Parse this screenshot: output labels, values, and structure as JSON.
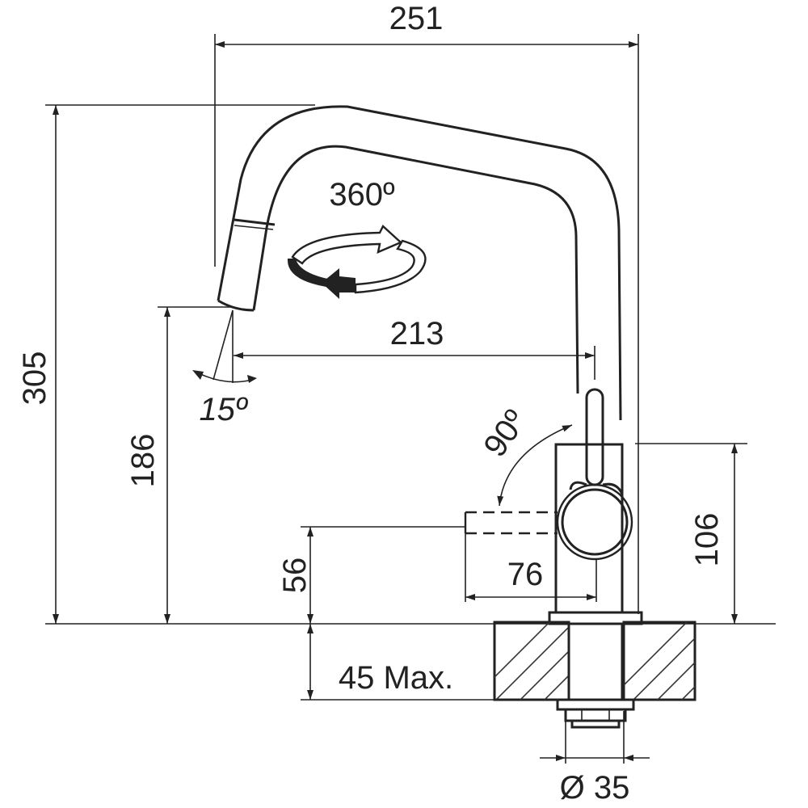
{
  "dimensions": {
    "overall_width": "251",
    "overall_height": "305",
    "rotation": "360º",
    "reach": "213",
    "spray_angle": "15º",
    "spout_height": "186",
    "lever_angle": "90º",
    "body_height": "106",
    "handle_height": "56",
    "handle_reach": "76",
    "counter_thickness": "45 Max.",
    "hole_diameter": "Ø 35"
  },
  "colors": {
    "ink": "#222222",
    "background": "#ffffff"
  },
  "icons": {
    "rotation": "rotation-arrow-icon"
  }
}
